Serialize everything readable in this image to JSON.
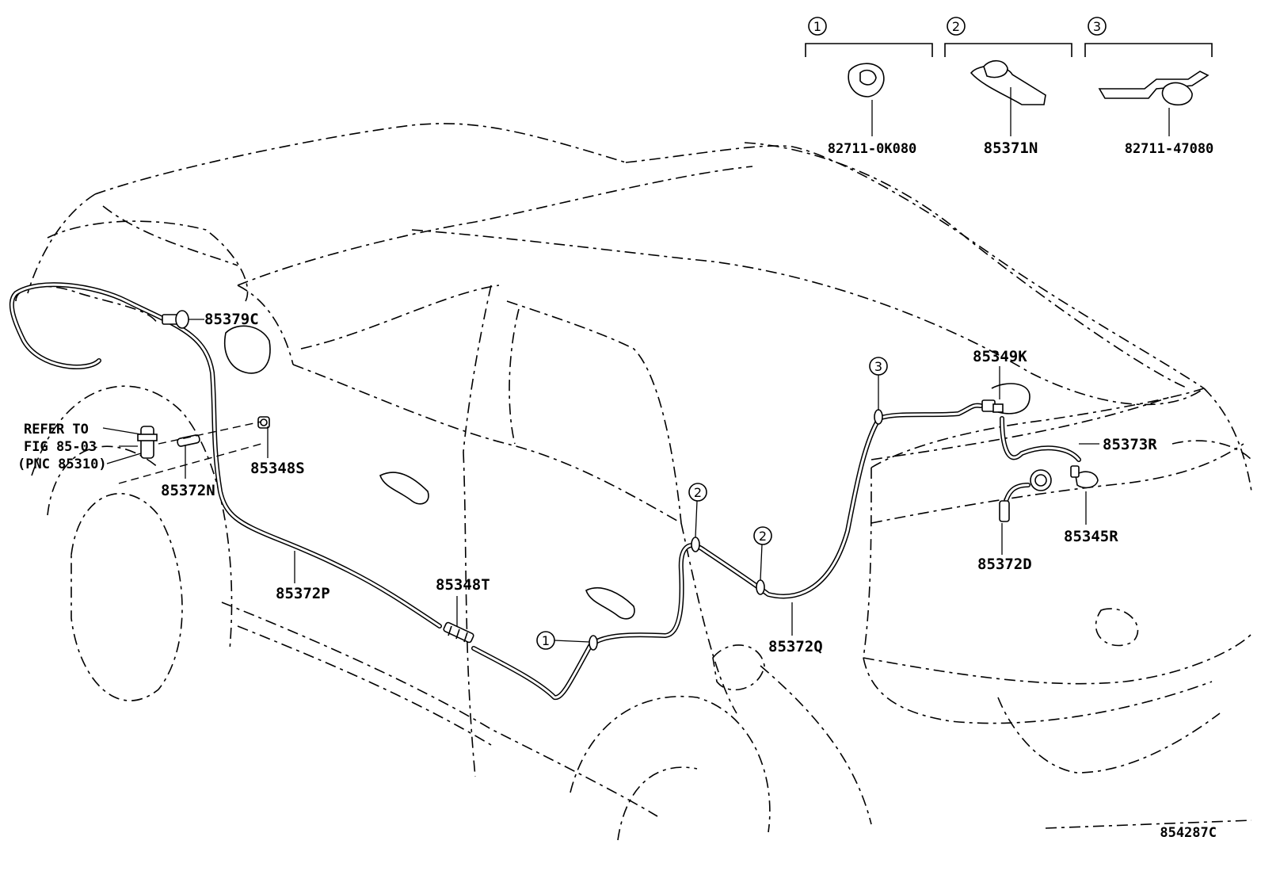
{
  "diagram_id": "854287C",
  "reference_note": {
    "line1": "REFER TO",
    "line2": "FIG 85-03",
    "line3": "(PNC 85310)"
  },
  "part_labels": {
    "p85379C": "85379C",
    "p85348S": "85348S",
    "p85372N": "85372N",
    "p85372P": "85372P",
    "p85348T": "85348T",
    "p85372Q": "85372Q",
    "p85349K": "85349K",
    "p85373R": "85373R",
    "p85345R": "85345R",
    "p85372D": "85372D"
  },
  "callout_groups": [
    {
      "number": "1",
      "part": "82711-0K080"
    },
    {
      "number": "2",
      "part": "85371N"
    },
    {
      "number": "3",
      "part": "82711-47080"
    }
  ],
  "clip_markers": {
    "m1": "1",
    "m2a": "2",
    "m2b": "2",
    "m3": "3"
  }
}
